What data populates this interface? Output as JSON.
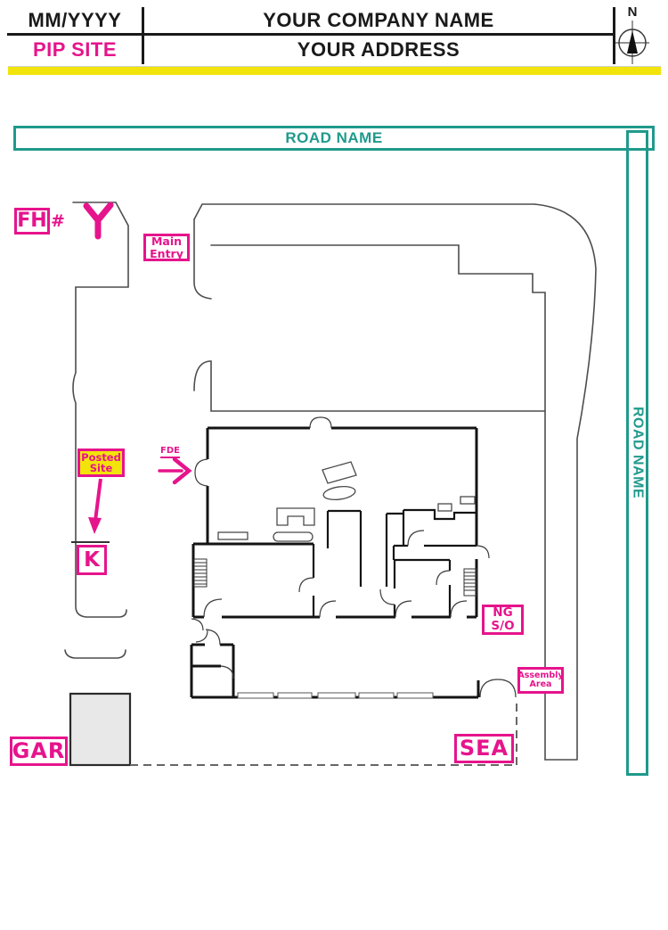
{
  "header": {
    "date": "MM/YYYY",
    "site_label": "PIP SITE",
    "company": "YOUR COMPANY NAME",
    "address": "YOUR ADDRESS",
    "compass_north": "N"
  },
  "roads": {
    "top": "ROAD NAME",
    "right": "ROAD NAME"
  },
  "labels": {
    "fire_hydrant_box": "FH",
    "fire_hydrant_suffix": "#",
    "main_entry_line1": "Main",
    "main_entry_line2": "Entry",
    "posted_site_line1": "Posted",
    "posted_site_line2": "Site",
    "knox_box": "K",
    "fde": "FDE",
    "ng_shutoff_line1": "NG",
    "ng_shutoff_line2": "S/O",
    "assembly_line1": "Assembly",
    "assembly_line2": "Area",
    "sea": "SEA",
    "gar": "GAR"
  },
  "colors": {
    "magenta": "#e6148c",
    "teal": "#1f9a8c",
    "yellow": "#f2e40a",
    "gray_fill": "#e8e8e8"
  }
}
